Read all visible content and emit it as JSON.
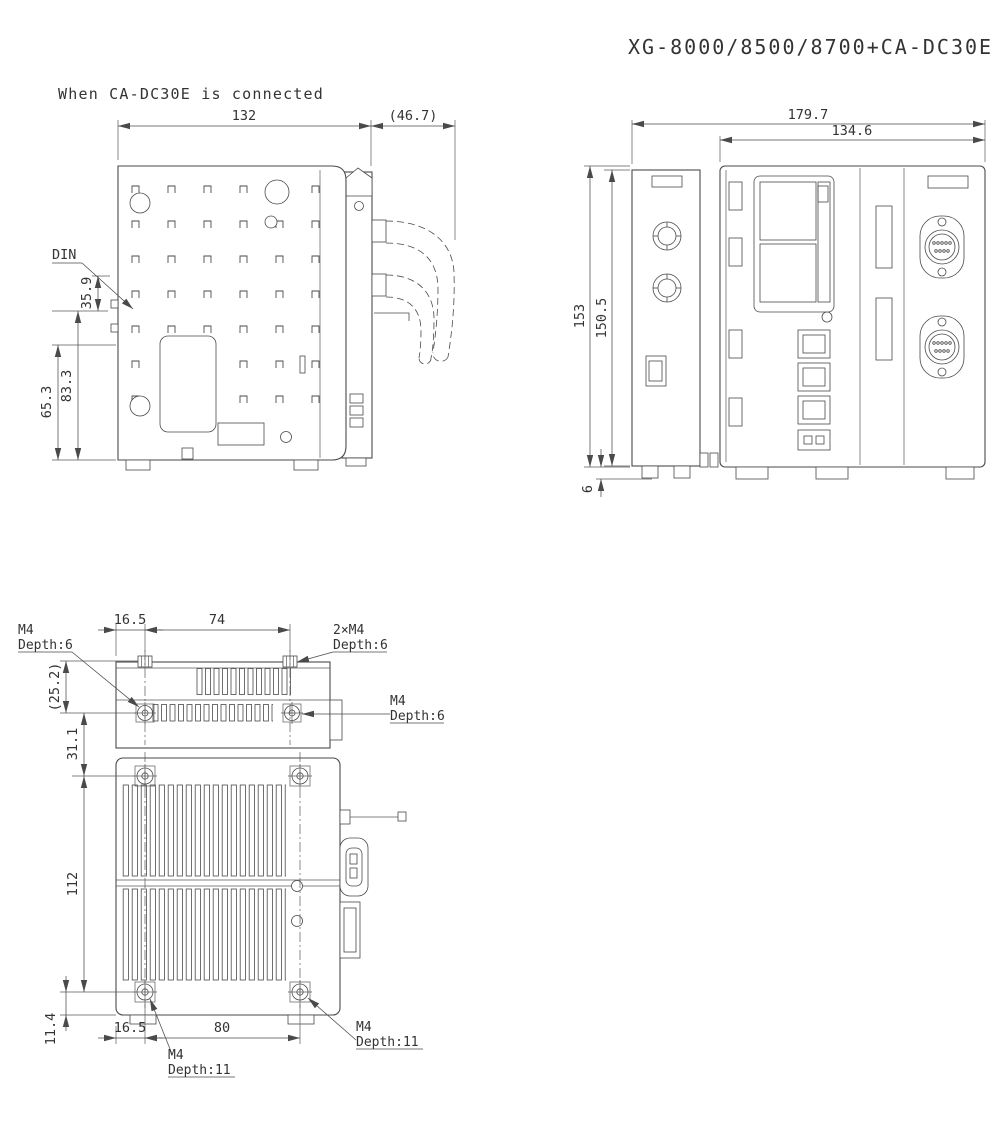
{
  "title": "XG-8000/8500/8700+CA-DC30E",
  "note": "When CA-DC30E is connected",
  "colors": {
    "line": "#4a4a4a",
    "text": "#333333",
    "background": "#ffffff"
  },
  "side_view": {
    "din_label": "DIN",
    "overall_width": "132",
    "cable_clearance": "(46.7)",
    "din_offset": "35.9",
    "din_to_bottom": "83.3",
    "lower_edge_to_bottom": "65.3"
  },
  "front_view": {
    "overall_width": "179.7",
    "main_unit_width": "134.6",
    "overall_height": "153",
    "body_height": "150.5",
    "foot_height": "6"
  },
  "bottom_view": {
    "screw_top_left": {
      "l1": "M4",
      "l2": "Depth:6"
    },
    "edge_to_hole_top": "16.5",
    "hole_pitch_top": "74",
    "screw_pair_top": {
      "l1": "2×M4",
      "l2": "Depth:6"
    },
    "screw_right": {
      "l1": "M4",
      "l2": "Depth:6"
    },
    "boss_to_hole": "(25.2)",
    "row_spacing": "31.1",
    "hole_pitch_vertical": "112",
    "hole_to_bottom_edge": "11.4",
    "edge_to_hole_bottom": "16.5",
    "hole_pitch_bottom": "80",
    "screw_bottom_left": {
      "l1": "M4",
      "l2": "Depth:11"
    },
    "screw_bottom_right": {
      "l1": "M4",
      "l2": "Depth:11"
    }
  }
}
